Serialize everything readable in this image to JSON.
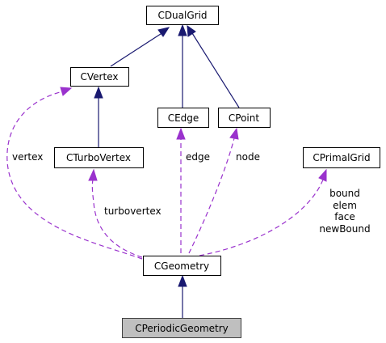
{
  "nodes": {
    "dualgrid": {
      "label": "CDualGrid"
    },
    "vertex": {
      "label": "CVertex"
    },
    "edge": {
      "label": "CEdge"
    },
    "point": {
      "label": "CPoint"
    },
    "turbovertex": {
      "label": "CTurboVertex"
    },
    "primalgrid": {
      "label": "CPrimalGrid"
    },
    "geometry": {
      "label": "CGeometry"
    },
    "periodic": {
      "label": "CPeriodicGeometry"
    }
  },
  "edge_labels": {
    "vertex": "vertex",
    "edge": "edge",
    "node": "node",
    "turbovertex": "turbovertex",
    "primal": [
      "bound",
      "elem",
      "face",
      "newBound"
    ]
  },
  "colors": {
    "inheritance": "#191970",
    "usage": "#9a32cd",
    "highlight_fill": "#bfbfbf"
  }
}
